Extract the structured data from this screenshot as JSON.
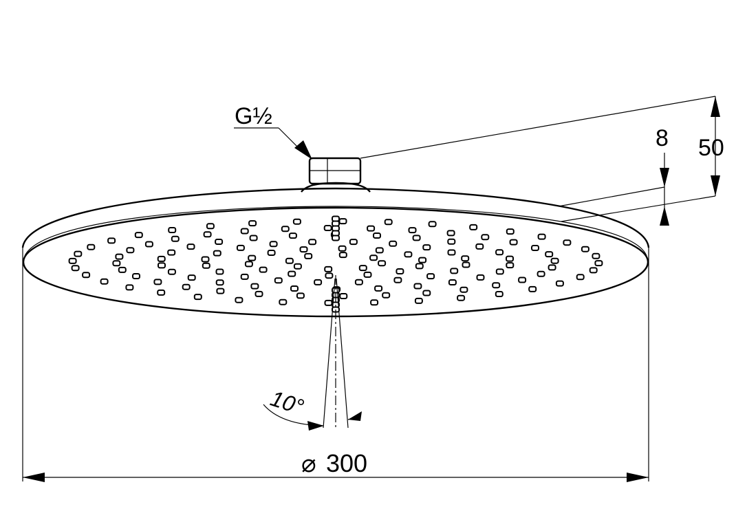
{
  "drawing": {
    "connection_label": "G½",
    "height_total_label": "50",
    "height_plate_label": "8",
    "angle_label": "10°",
    "diameter_symbol": "⌀",
    "diameter_label": "300"
  },
  "colors": {
    "line": "#000000",
    "background": "#ffffff"
  }
}
